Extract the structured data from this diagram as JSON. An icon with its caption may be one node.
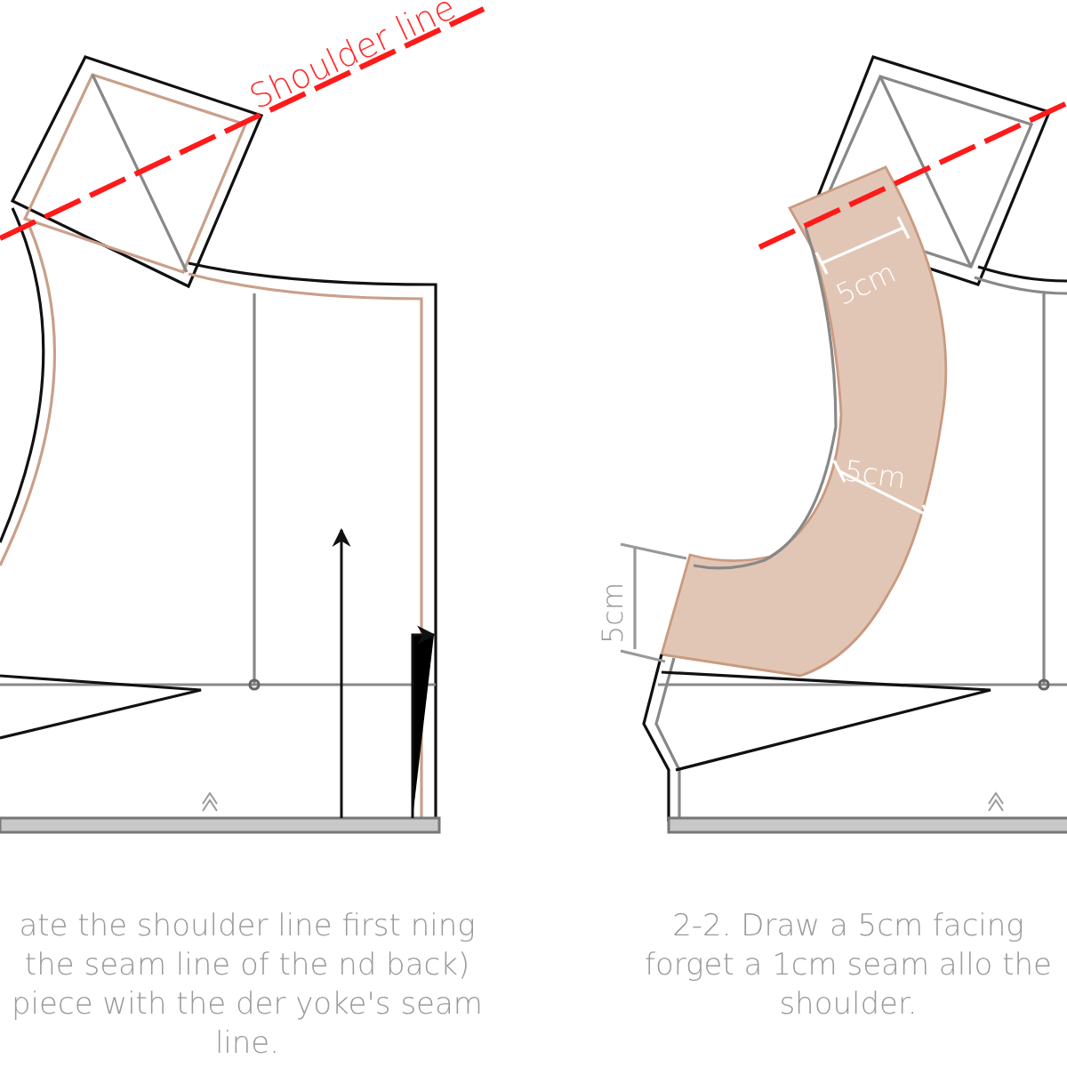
{
  "diagram": {
    "labels": [
      "Shoulder line",
      "5cm",
      "5cm",
      "5cm",
      "ate the shoulder line first ning the seam line of the nd back) piece with the der yoke's seam line.",
      "2-2. Draw a 5cm facing forget a 1cm seam allo the shoulder."
    ]
  }
}
